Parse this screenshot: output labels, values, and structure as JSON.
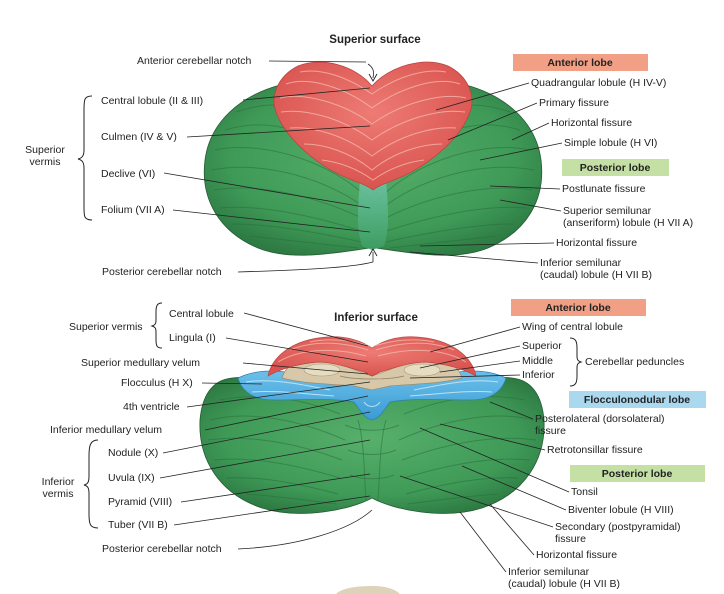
{
  "superior": {
    "title": "Superior surface",
    "anterior_lobe": "Anterior lobe",
    "posterior_lobe": "Posterior lobe",
    "superior_vermis": [
      "Superior",
      "vermis"
    ],
    "left_labels": {
      "anterior_notch": "Anterior cerebellar notch",
      "central_lobule": "Central lobule (II & III)",
      "culmen": "Culmen (IV & V)",
      "declive": "Declive (VI)",
      "folium": "Folium (VII A)",
      "posterior_notch": "Posterior cerebellar notch"
    },
    "right_labels": {
      "quadrangular": "Quadrangular lobule (H IV-V)",
      "primary_fissure": "Primary fissure",
      "horizontal_fissure_1": "Horizontal fissure",
      "simple_lobule": "Simple lobule (H VI)",
      "postlunate": "Postlunate fissure",
      "sup_semilunar_1": "Superior semilunar",
      "sup_semilunar_2": "(anseriform) lobule (H VII A)",
      "horizontal_fissure_2": "Horizontal fissure",
      "inf_semilunar_1": "Inferior semilunar",
      "inf_semilunar_2": "(caudal) lobule (H VII B)"
    }
  },
  "inferior": {
    "title": "Inferior surface",
    "anterior_lobe": "Anterior lobe",
    "flocculonodular_lobe": "Flocculonodular lobe",
    "posterior_lobe": "Posterior lobe",
    "superior_vermis": "Superior vermis",
    "inferior_vermis": [
      "Inferior",
      "vermis"
    ],
    "cerebellar_peduncles": "Cerebellar peduncles",
    "left_labels": {
      "central_lobule": "Central lobule",
      "lingula": "Lingula (I)",
      "sup_medullary_velum": "Superior medullary velum",
      "flocculus": "Flocculus (H X)",
      "fourth_ventricle": "4th ventricle",
      "inf_medullary_velum": "Inferior medullary velum",
      "nodule": "Nodule (X)",
      "uvula": "Uvula (IX)",
      "pyramid": "Pyramid (VIII)",
      "tuber": "Tuber (VII B)",
      "posterior_notch": "Posterior cerebellar notch"
    },
    "right_labels": {
      "wing_central": "Wing of central lobule",
      "superior": "Superior",
      "middle": "Middle",
      "inferior": "Inferior",
      "posterolateral_1": "Posterolateral (dorsolateral)",
      "posterolateral_2": "fissure",
      "retrotonsillar": "Retrotonsillar fissure",
      "tonsil": "Tonsil",
      "biventer": "Biventer lobule (H VIII)",
      "secondary_1": "Secondary (postpyramidal)",
      "secondary_2": "fissure",
      "horizontal_fissure": "Horizontal fissure",
      "inf_semilunar_1": "Inferior semilunar",
      "inf_semilunar_2": "(caudal) lobule (H VII B)"
    }
  },
  "colors": {
    "anterior_box": "#f2a085",
    "posterior_box": "#c4e0a4",
    "flocculonodular_box": "#a9d8ef",
    "anterior_tissue": "#e0625e",
    "posterior_tissue": "#3f9a57",
    "flocculonodular_tissue": "#4aa7dc",
    "brainstem": "#d6c8a8"
  }
}
